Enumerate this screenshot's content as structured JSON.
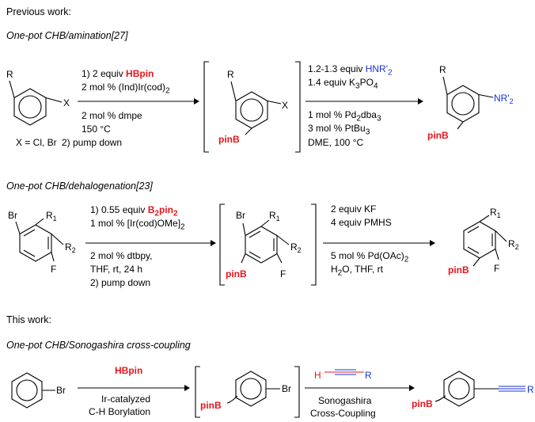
{
  "sections": {
    "previous": "Previous work:",
    "this": "This work:"
  },
  "s1": {
    "title": "One-pot CHB/amination[27]",
    "sm_R": "R",
    "sm_X": "X",
    "sm_note": "X = Cl, Br",
    "c1_pre": "1) 2 equiv ",
    "c1_reagent": "HBpin",
    "c2": "2 mol % (Ind)Ir(cod)",
    "c2_sub": "2",
    "c3": "2 mol % dmpe",
    "c4": "150 °C",
    "c5": "2) pump down",
    "int_R": "R",
    "int_X": "X",
    "int_pinB": "pinB",
    "r1_pre": "1.2-1.3 equiv ",
    "r1_reagent": "HNR'",
    "r1_sub": "2",
    "r2": "1.4 equiv K",
    "r2_sub": "3",
    "r2_post": "PO",
    "r2_sub2": "4",
    "r3": "1 mol % Pd",
    "r3_sub": "2",
    "r3_post": "dba",
    "r3_sub2": "3",
    "r4": "3 mol % PtBu",
    "r4_sub": "3",
    "r5": "DME, 100 °C",
    "p_R": "R",
    "p_N": "NR'",
    "p_N_sub": "2",
    "p_pinB": "pinB"
  },
  "s2": {
    "title": "One-pot CHB/dehalogenation[23]",
    "sm_Br": "Br",
    "sm_R1": "R",
    "sm_R2": "R",
    "sm_F": "F",
    "c1_pre": "1) 0.55 equiv ",
    "c1_reagent": "B",
    "c1_sub": "2",
    "c1_reagent2": "pin",
    "c1_sub2": "2",
    "c2": "1 mol % [Ir(cod)OMe]",
    "c2_sub": "2",
    "c3": "2 mol % dtbpy,",
    "c4": "THF, rt, 24 h",
    "c5": "2) pump down",
    "int_Br": "Br",
    "int_R1": "R",
    "int_R2": "R",
    "int_F": "F",
    "int_pinB": "pinB",
    "r1": "2 equiv KF",
    "r2": "4 equiv PMHS",
    "r3": "5 mol % Pd(OAc)",
    "r3_sub": "2",
    "r4_pre": "H",
    "r4_sub": "2",
    "r4_post": "O, THF, rt",
    "p_R1": "R",
    "p_R2": "R",
    "p_F": "F",
    "p_pinB": "pinB",
    "sub1": "1",
    "sub2": "2"
  },
  "s3": {
    "title": "One-pot CHB/Sonogashira cross-coupling",
    "sm_Br": "Br",
    "reagent": "HBpin",
    "cond1": "Ir-catalyzed",
    "cond2": "C-H  Borylation",
    "int_pinB": "pinB",
    "int_Br": "Br",
    "alkyne_H": "H",
    "alkyne_R": "R",
    "cond3": "Sonogashira",
    "cond4": "Cross-Coupling",
    "p_pinB": "pinB",
    "p_R": "R"
  },
  "colors": {
    "red": "#e8141c",
    "blue": "#1433d8"
  }
}
